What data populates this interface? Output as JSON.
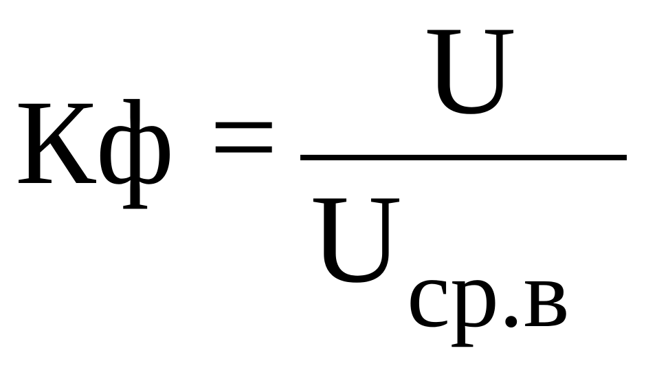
{
  "formula": {
    "lhs": "Кф",
    "equals": "=",
    "numerator": "U",
    "denominator": "U",
    "denominator_subscript": "ср.в"
  }
}
